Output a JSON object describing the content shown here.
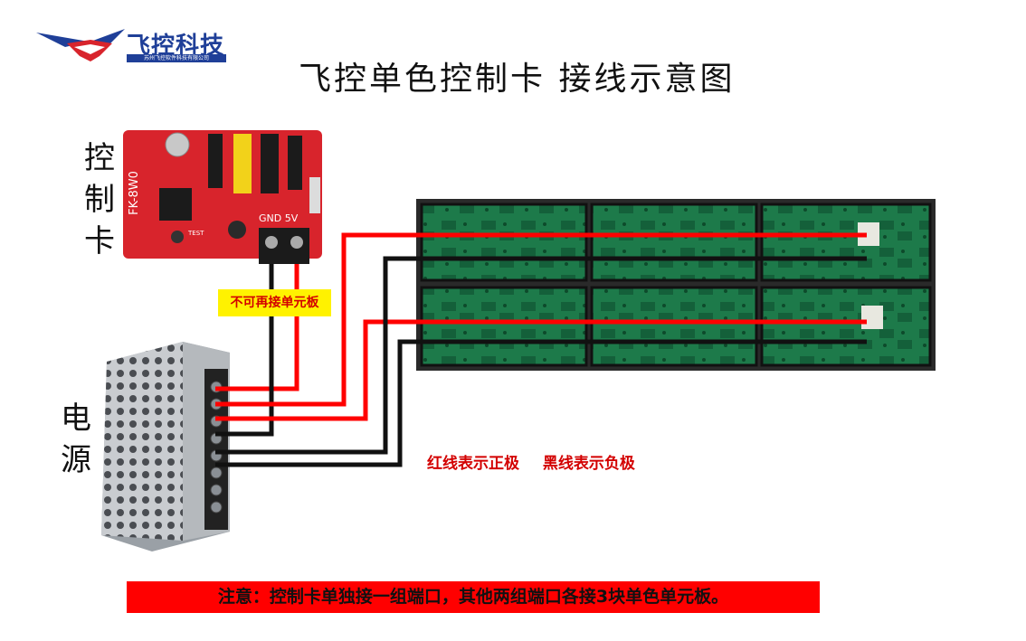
{
  "logo": {
    "text": "飞控科技",
    "subtitle": "苏州飞控软件科技有限公司"
  },
  "title": "飞控单色控制卡  接线示意图",
  "controller_label": [
    "控",
    "制",
    "卡"
  ],
  "power_label": [
    "电",
    "源"
  ],
  "card": {
    "model": "FK-8W0",
    "terminals": "GND 5V",
    "button": "TEST"
  },
  "warning": "不可再接单元板",
  "legend": {
    "red": "红线表示正极",
    "black": "黑线表示负极"
  },
  "note": "注意：控制卡单独接一组端口，其他两组端口各接3块单色单元板。",
  "colors": {
    "positive_wire": "#ff0000",
    "negative_wire": "#111111",
    "card": "#d8242c",
    "module": "#1d7a4a",
    "logo": "#1f3f98"
  }
}
